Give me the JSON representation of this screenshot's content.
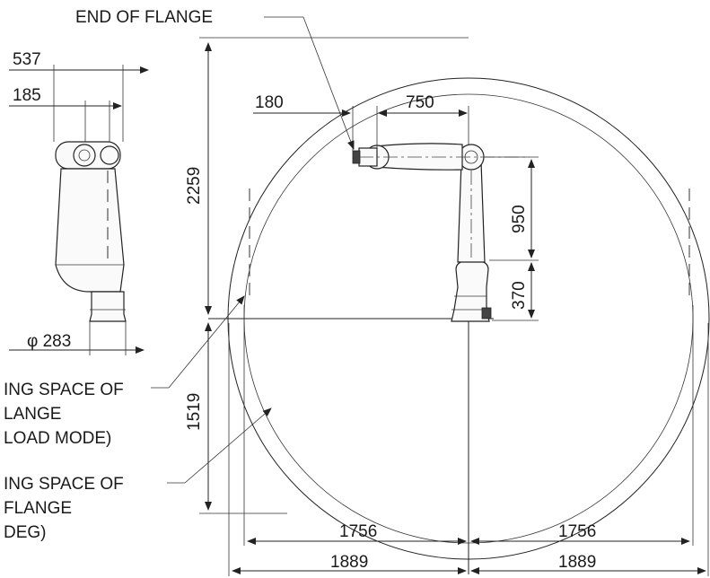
{
  "labels": {
    "end_of_flange": "END OF FLANGE",
    "working_space_1_line1": "ING SPACE OF",
    "working_space_1_line2": "LANGE",
    "working_space_1_line3": "LOAD MODE)",
    "working_space_2_line1": "ING SPACE OF",
    "working_space_2_line2": "FLANGE",
    "working_space_2_line3": "DEG)"
  },
  "dimensions": {
    "side_width_total": "537",
    "side_width_arm": "185",
    "base_diameter": "φ 283",
    "total_height": "2259",
    "lower_reach": "1519",
    "flange_offset": "180",
    "upper_arm_length": "750",
    "lower_arm_length": "950",
    "base_height": "370",
    "radius_left_inner": "1756",
    "radius_right_inner": "1756",
    "radius_left_outer": "1889",
    "radius_right_outer": "1889"
  }
}
